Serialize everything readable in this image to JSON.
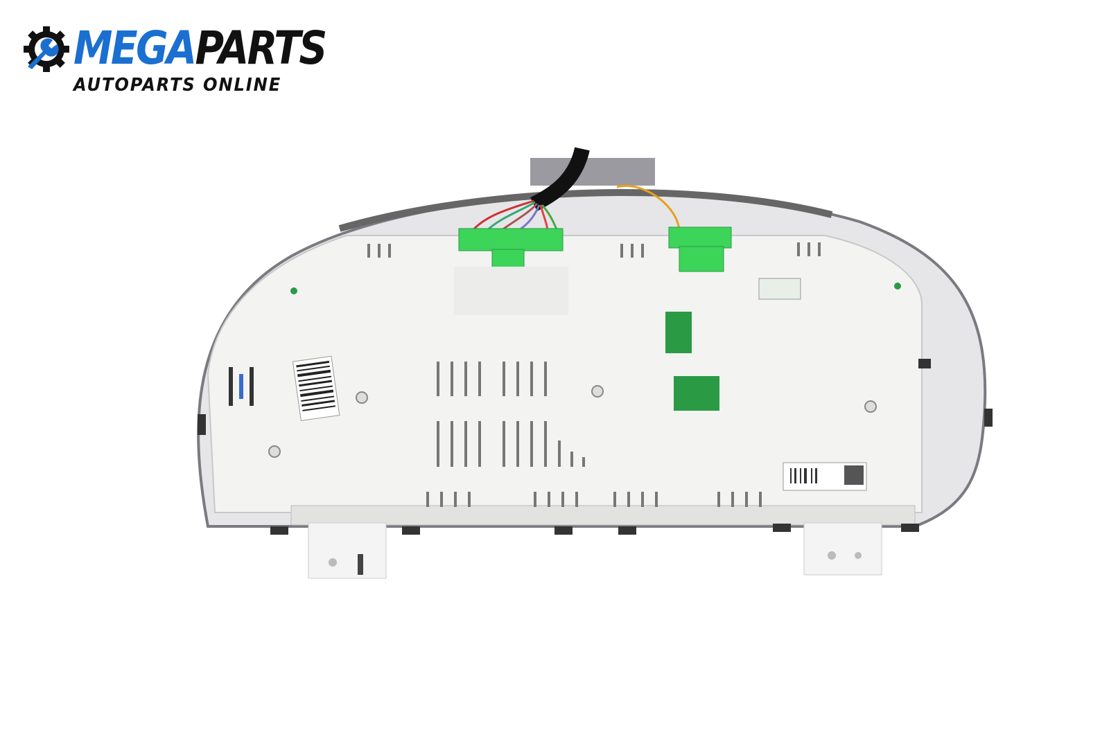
{
  "logo": {
    "brand_primary": "MEGA",
    "brand_secondary": "PARTS",
    "tagline": "AUTOPARTS ONLINE",
    "brand_color": "#1a6fd0",
    "icon": "gear-wrench-icon"
  },
  "product": {
    "subject": "instrument-cluster-rear",
    "connector_color": "#3dd45a"
  }
}
